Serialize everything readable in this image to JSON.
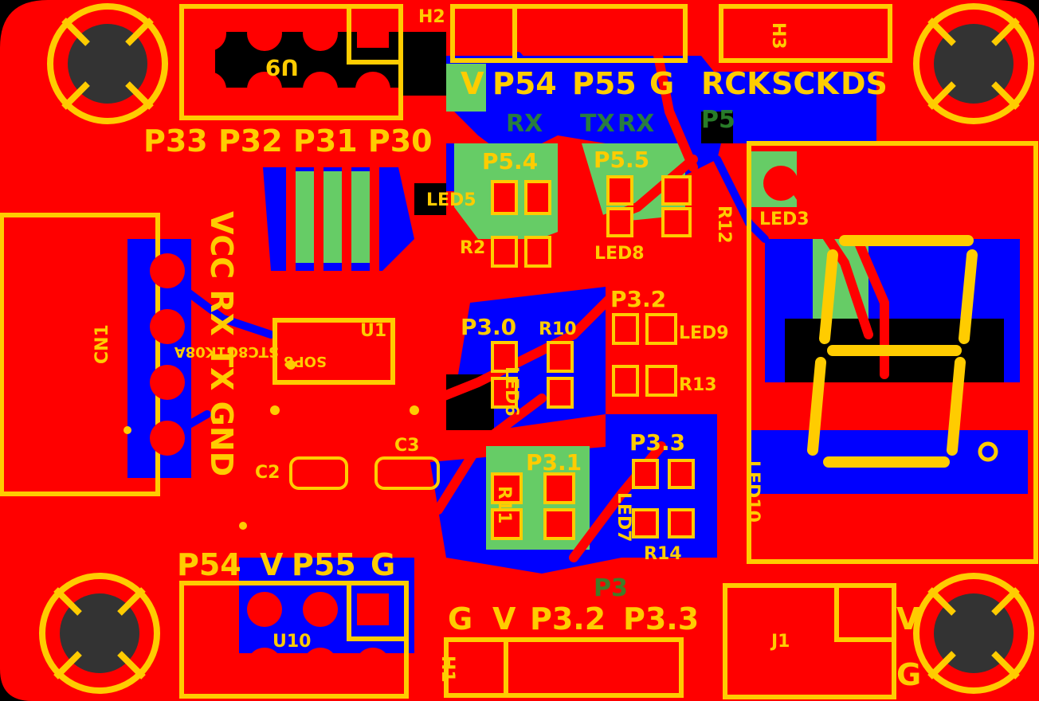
{
  "colors": {
    "board": "#ff0000",
    "copper_bottom": "#0000ff",
    "silkscreen": "#ffcc00",
    "ground_fill": "#66cc66",
    "pad": "#ff0000",
    "hole": "#333333"
  },
  "headers": {
    "u9_pins": "P33 P32 P31 P30",
    "h2_pins": [
      "V",
      "P54",
      "P55",
      "G"
    ],
    "h3_pins": [
      "RCK",
      "SCK",
      "DS"
    ],
    "u10_pins": [
      "P54",
      "V",
      "P55",
      "G"
    ],
    "h1_pins": [
      "G",
      "V",
      "P3.2",
      "P3.3"
    ],
    "j1_v": "V",
    "j1_g": "G",
    "cn1_pins": "VCC RX TX GND"
  },
  "designators": {
    "u9": "U9",
    "h2": "H2",
    "h3": "H3",
    "u10": "U10",
    "h1": "H1",
    "j1": "J1",
    "cn1": "CN1",
    "u1": "U1",
    "c2": "C2",
    "c3": "C3",
    "led3": "LED3",
    "led5": "LED5",
    "led6": "LED6",
    "led7": "LED7",
    "led8": "LED8",
    "led9": "LED9",
    "led10": "LED10",
    "r2": "R2",
    "r10": "R10",
    "r11": "R11",
    "r12": "R12",
    "r13": "R13",
    "r14": "R14"
  },
  "led_labels": {
    "p54": "P5.4",
    "p55": "P5.5",
    "p30": "P3.0",
    "p31": "P3.1",
    "p32": "P3.2",
    "p33": "P3.3"
  },
  "chip": {
    "marking_1": "STC8G1K08A",
    "marking_2": "SOP8"
  },
  "bottom_layer_text": {
    "rx1": "RX",
    "tx1": "TX",
    "rx2": "RX",
    "p3": "P3",
    "p5": "P5"
  }
}
